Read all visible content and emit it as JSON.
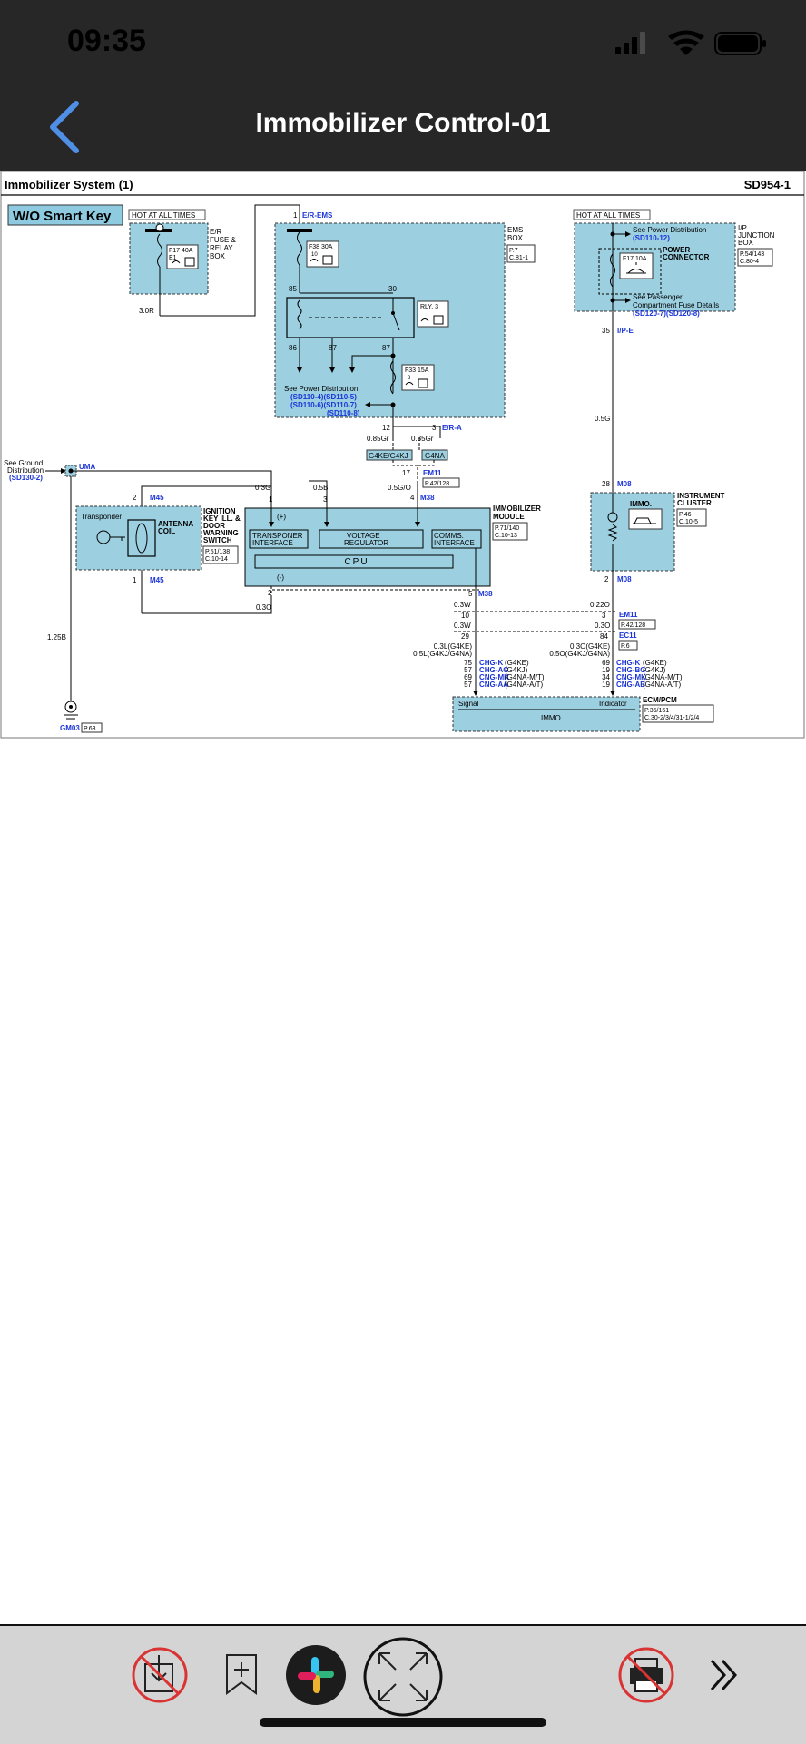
{
  "status_bar": {
    "time": "09:35"
  },
  "nav": {
    "title": "Immobilizer Control-01"
  },
  "diagram": {
    "header_left": "Immobilizer System (1)",
    "header_right": "SD954-1",
    "badge": "W/O Smart Key",
    "hot_left": "HOT AT ALL TIMES",
    "hot_right": "HOT AT ALL TIMES",
    "er_box": [
      "E/R",
      "FUSE &",
      "RELAY",
      "BOX"
    ],
    "f17_40a": "F17 40A",
    "e1": "E1",
    "wire_30r": "3.0R",
    "er_ems": "E/R-EMS",
    "pin_1": "1",
    "ems_box": [
      "EMS",
      "BOX"
    ],
    "ems_ref": [
      "P.7",
      "C.81-1"
    ],
    "f38_30a": "F38 30A",
    "f38_sub": "10",
    "pin_85": "85",
    "pin_30": "30",
    "rly3": "RLY. 3",
    "pin_86": "86",
    "pin_87a": "87",
    "pin_87b": "87",
    "f33_15a": "F33 15A",
    "f33_sub": "8",
    "see_power": "See Power Distribution",
    "sd1": "(SD110-4)(SD110-5)",
    "sd2": "(SD110-6)(SD110-7)",
    "sd3": "(SD110-8)",
    "pin_12": "12",
    "pin_3": "3",
    "er_a": "E/R-A",
    "w085gr_l": "0.85Gr",
    "w085gr_r": "0.85Gr",
    "tag_g4ke": "G4KE/G4KJ",
    "tag_g4na": "G4NA",
    "pin_17": "17",
    "em11": "EM11",
    "em11_ref": "P.42/128",
    "w05go": "0.5G/O",
    "pin_4": "4",
    "m38": "M38",
    "see_ground": [
      "See Ground",
      "Distribution"
    ],
    "sd130": "(SD130-2)",
    "uma": "UMA",
    "pin_2": "2",
    "m45_top": "M45",
    "w03g": "0.3G",
    "w05b": "0.5B",
    "pin_1b": "1",
    "pin_3b": "3",
    "transponder": "Transponder",
    "antenna": [
      "ANTENNA",
      "COIL"
    ],
    "ign": [
      "IGNITION",
      "KEY ILL. &",
      "DOOR",
      "WARNING",
      "SWITCH"
    ],
    "ign_ref": [
      "P.51/138",
      "C.10-14"
    ],
    "plus": "(+)",
    "minus": "(-)",
    "trans_if": [
      "TRANSPONER",
      "INTERFACE"
    ],
    "volt_reg": [
      "VOLTAGE",
      "REGULATOR"
    ],
    "comms_if": [
      "COMMS.",
      "INTERFACE"
    ],
    "cpu": "CPU",
    "imm_mod": [
      "IMMOBILIZER",
      "MODULE"
    ],
    "imm_ref": [
      "P.71/140",
      "C.10-13"
    ],
    "pin_1c": "1",
    "m45_bot": "M45",
    "pin_2b": "2",
    "w03o": "0.3O",
    "pin_5": "5",
    "m38b": "M38",
    "w125b": "1.25B",
    "gm03": "GM03",
    "gm03_ref": "P.63",
    "hot_r_see": "See Power Distribution",
    "sd110_12": "(SD110-12)",
    "f17_10a": "F17 10A",
    "power_conn": [
      "POWER",
      "CONNECTOR"
    ],
    "ip_box": [
      "I/P",
      "JUNCTION",
      "BOX"
    ],
    "ip_ref": [
      "P.54/143",
      "C.80-4"
    ],
    "see_pass": [
      "See Passenger",
      "Compartment Fuse Details"
    ],
    "sd120": "(SD120-7)(SD120-8)",
    "pin_35": "35",
    "ip_e": "I/P-E",
    "w05g": "0.5G",
    "pin_28": "28",
    "m08": "M08",
    "immo_lamp": "IMMO.",
    "inst": [
      "INSTRUMENT",
      "CLUSTER"
    ],
    "inst_ref": [
      "P.46",
      "C.10-5"
    ],
    "pin_2c": "2",
    "m08b": "M08",
    "w03w_a": "0.3W",
    "pin_10": "10",
    "w03w_b": "0.3W",
    "pin_29": "29",
    "w022o": "0.22O",
    "pin_3c": "3",
    "em11b": "EM11",
    "w03o_b": "0.3O",
    "em11b_ref": "P.42/128",
    "pin_84": "84",
    "ec11": "EC11",
    "ec11_ref": "P.6",
    "l_w1": "0.3L(G4KE)",
    "l_w2": "0.5L(G4KJ/G4NA)",
    "r_w1": "0.3O(G4KE)",
    "r_w2": "0.5O(G4KJ/G4NA)",
    "left_pins": [
      "75",
      "57",
      "69",
      "57"
    ],
    "left_chg": [
      [
        "CHG-K",
        "(G4KE)"
      ],
      [
        "CHG-AG",
        "(G4KJ)"
      ],
      [
        "CNG-MK",
        "(G4NA-M/T)"
      ],
      [
        "CNG-AA",
        "(G4NA-A/T)"
      ]
    ],
    "right_pins": [
      "69",
      "19",
      "34",
      "19"
    ],
    "right_chg": [
      [
        "CHG-K",
        "(G4KE)"
      ],
      [
        "CHG-BG",
        "(G4KJ)"
      ],
      [
        "CNG-MK",
        "(G4NA-M/T)"
      ],
      [
        "CNG-AB",
        "(G4NA-A/T)"
      ]
    ],
    "ecm": "ECM/PCM",
    "ecm_ref": [
      "P.35/161",
      "C.30-2/3/4/31-1/2/4"
    ],
    "signal": "Signal",
    "indicator": "Indicator",
    "immo_ecm": "IMMO."
  },
  "icons": [
    "back-chevron-icon",
    "signal-icon",
    "wifi-icon",
    "battery-icon",
    "no-download-icon",
    "add-bookmark-icon",
    "slack-icon",
    "fullscreen-icon",
    "no-print-icon",
    "more-chevron-icon"
  ],
  "colors": {
    "header_bg": "#272727",
    "box_fill": "#9ccfe0",
    "link_blue": "#1a34d8",
    "toolbar_bg": "#d4d4d4",
    "forbid_red": "#d93333"
  }
}
